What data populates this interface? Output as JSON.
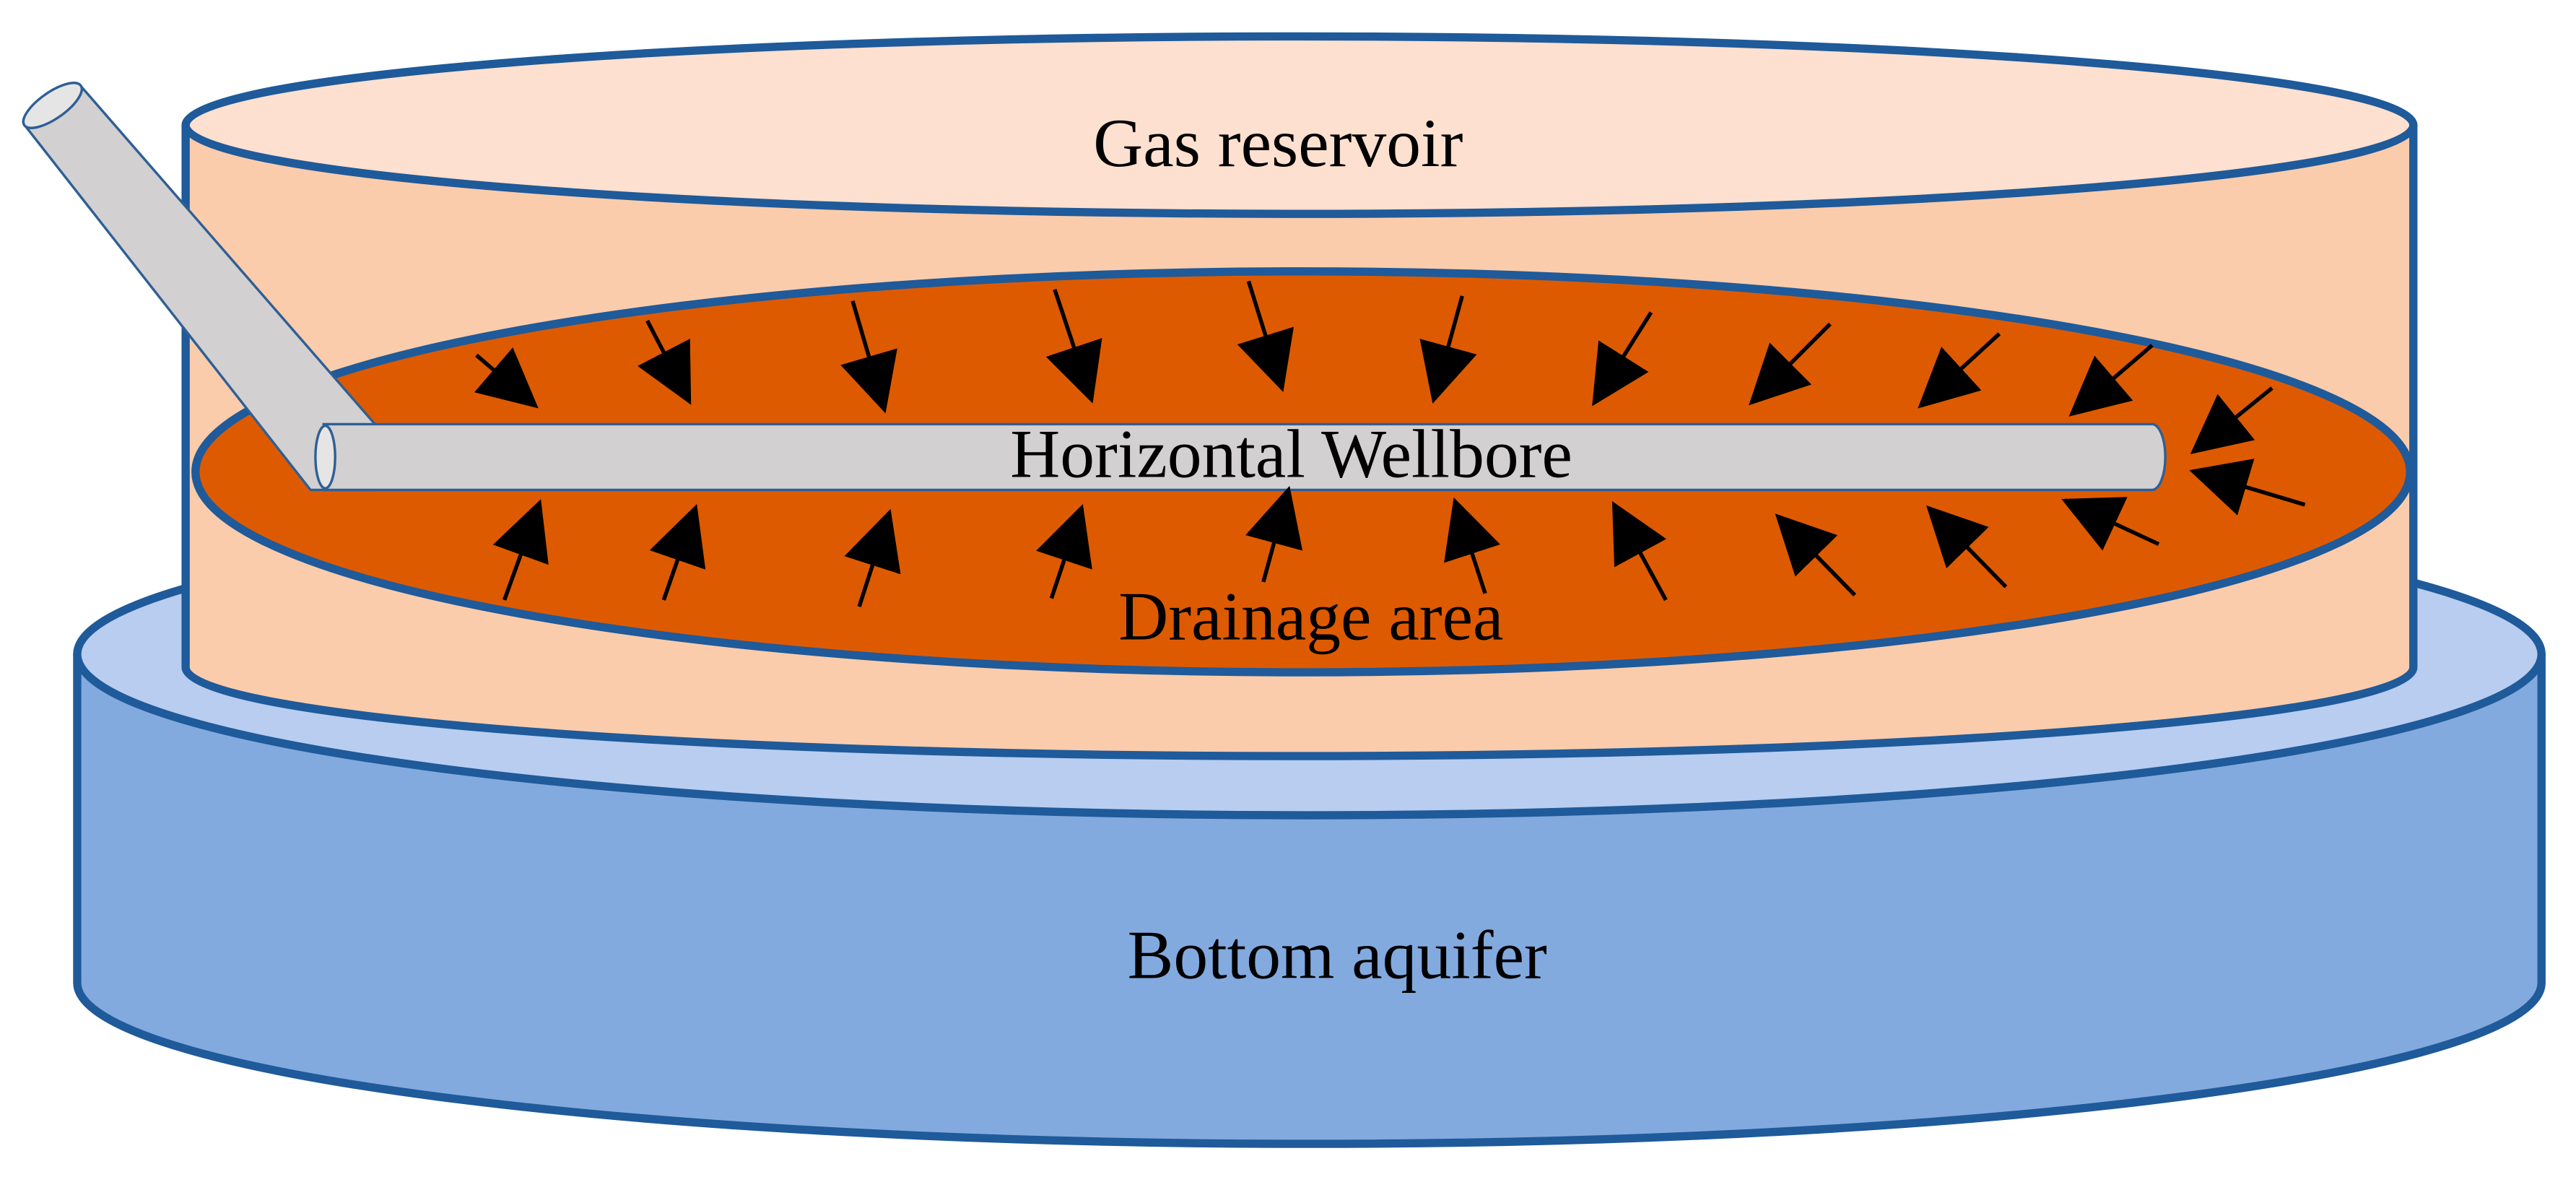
{
  "labels": {
    "gas_reservoir": "Gas reservoir",
    "horizontal_wellbore": "Horizontal Wellbore",
    "drainage_area": "Drainage area",
    "bottom_aquifer": "Bottom aquifer"
  },
  "colors": {
    "aquifer_top": "#b8cdf0",
    "aquifer_side": "#82aadf",
    "reservoir_top": "#fde0cf",
    "reservoir_side": "#fbccab",
    "drainage": "#de5a00",
    "outline": "#1f5a9a",
    "pipe": "#d2d0d0",
    "arrow": "#000000"
  }
}
